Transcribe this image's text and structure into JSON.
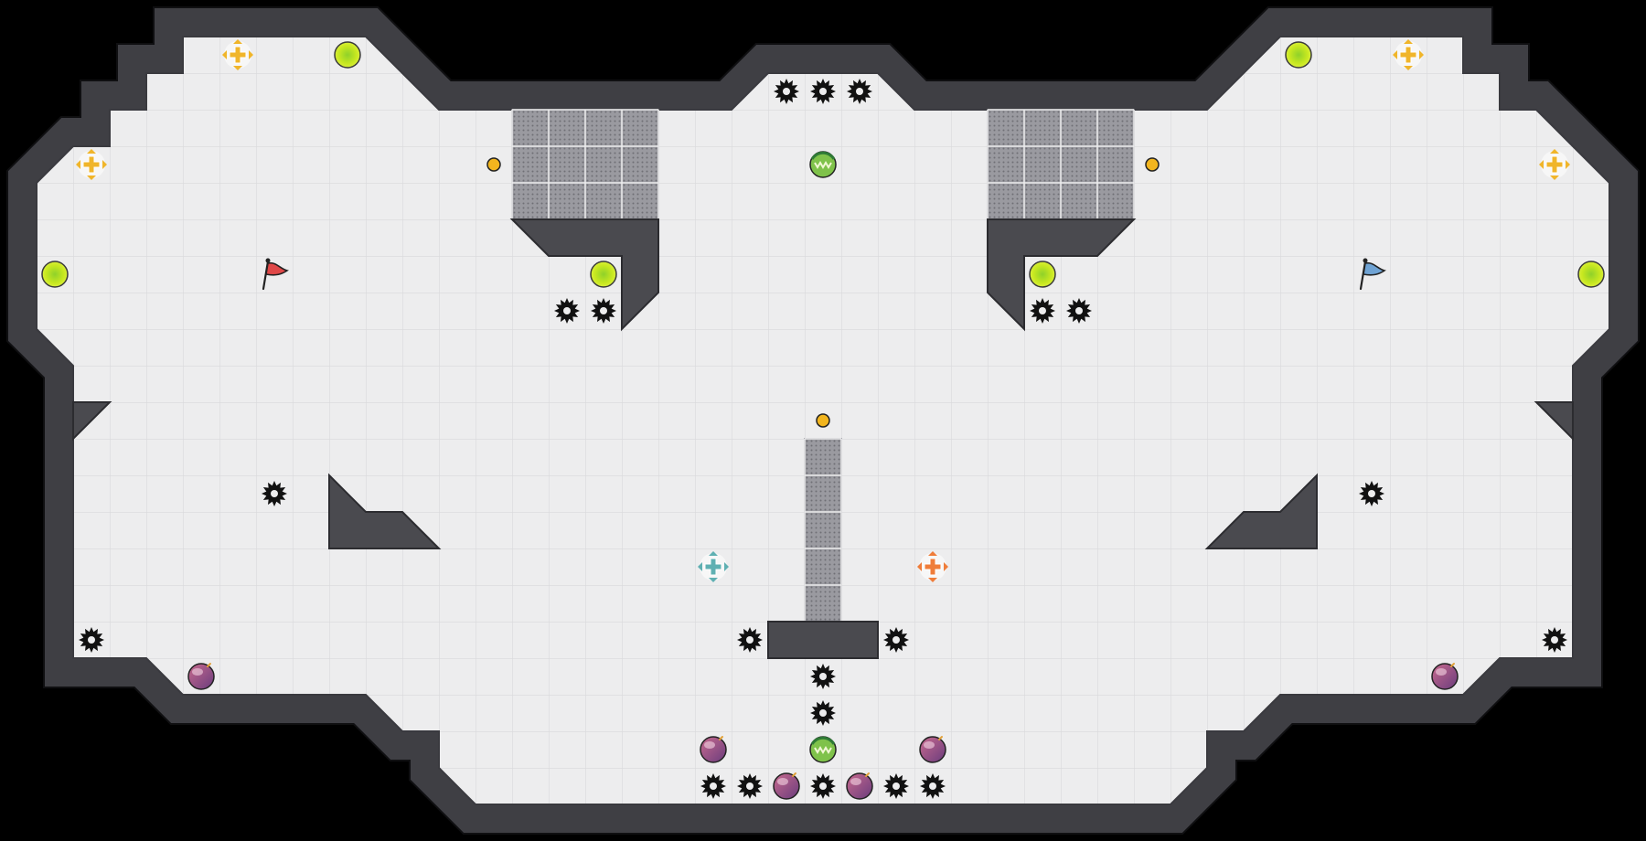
{
  "map": {
    "cols": 45,
    "rows": 23,
    "colors": {
      "background": "#000000",
      "floor": "#ededee",
      "grid_line": "#d7d7da",
      "wall_fill": "#4a4a4f",
      "wall_edge": "#2c2c30",
      "gate": "#8f8f94",
      "red_team": "#e04848",
      "blue_team": "#6fa3d4",
      "powerup": "#c2e21b"
    }
  },
  "entities": {
    "flags": [
      {
        "team": "red",
        "col": 7.5,
        "row": 7.5
      },
      {
        "team": "blue",
        "col": 37.5,
        "row": 7.5
      }
    ],
    "spawn_markers": [
      {
        "team": "blue",
        "col": 19.5,
        "row": 15.5
      },
      {
        "team": "red",
        "col": 25.5,
        "row": 15.5
      }
    ],
    "neutral_boosts": [
      {
        "col": 6.5,
        "row": 1.5
      },
      {
        "col": 2.5,
        "row": 4.5
      },
      {
        "col": 38.5,
        "row": 1.5
      },
      {
        "col": 42.5,
        "row": 4.5
      }
    ],
    "powerups": [
      {
        "col": 9.5,
        "row": 1.5
      },
      {
        "col": 35.5,
        "row": 1.5
      },
      {
        "col": 1.5,
        "row": 7.5
      },
      {
        "col": 16.5,
        "row": 7.5
      },
      {
        "col": 28.5,
        "row": 7.5
      },
      {
        "col": 43.5,
        "row": 7.5
      }
    ],
    "team_boosts": [
      {
        "col": 22.5,
        "row": 4.5
      },
      {
        "col": 22.5,
        "row": 20.5
      }
    ],
    "bombs": [
      {
        "col": 5.5,
        "row": 18.5
      },
      {
        "col": 39.5,
        "row": 18.5
      },
      {
        "col": 19.5,
        "row": 20.5
      },
      {
        "col": 25.5,
        "row": 20.5
      },
      {
        "col": 21.5,
        "row": 21.5
      },
      {
        "col": 23.5,
        "row": 21.5
      }
    ],
    "spikes": [
      {
        "col": 21.5,
        "row": 2.5
      },
      {
        "col": 22.5,
        "row": 2.5
      },
      {
        "col": 23.5,
        "row": 2.5
      },
      {
        "col": 15.5,
        "row": 8.5
      },
      {
        "col": 16.5,
        "row": 8.5
      },
      {
        "col": 28.5,
        "row": 8.5
      },
      {
        "col": 29.5,
        "row": 8.5
      },
      {
        "col": 7.5,
        "row": 13.5
      },
      {
        "col": 37.5,
        "row": 13.5
      },
      {
        "col": 2.5,
        "row": 17.5
      },
      {
        "col": 42.5,
        "row": 17.5
      },
      {
        "col": 20.5,
        "row": 17.5
      },
      {
        "col": 24.5,
        "row": 17.5
      },
      {
        "col": 22.5,
        "row": 18.5
      },
      {
        "col": 22.5,
        "row": 19.5
      },
      {
        "col": 19.5,
        "row": 21.5
      },
      {
        "col": 20.5,
        "row": 21.5
      },
      {
        "col": 22.5,
        "row": 21.5
      },
      {
        "col": 24.5,
        "row": 21.5
      },
      {
        "col": 25.5,
        "row": 21.5
      }
    ],
    "pellets": [
      {
        "col": 13.5,
        "row": 4.5
      },
      {
        "col": 31.5,
        "row": 4.5
      },
      {
        "col": 22.5,
        "row": 11.5
      }
    ]
  }
}
